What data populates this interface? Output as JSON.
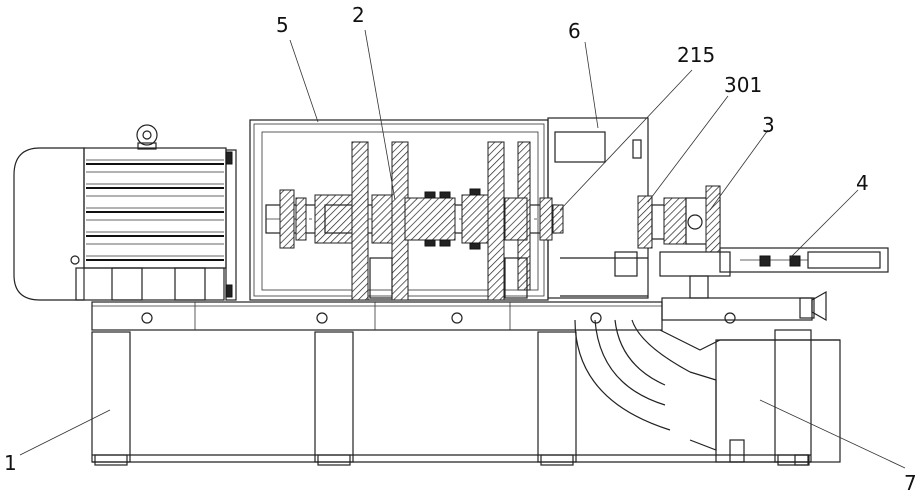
{
  "callouts": [
    {
      "id": "c1",
      "label": "1"
    },
    {
      "id": "c2",
      "label": "2"
    },
    {
      "id": "c3",
      "label": "3"
    },
    {
      "id": "c4",
      "label": "4"
    },
    {
      "id": "c5",
      "label": "5"
    },
    {
      "id": "c6",
      "label": "6"
    },
    {
      "id": "c7",
      "label": "7"
    },
    {
      "id": "c215",
      "label": "215"
    },
    {
      "id": "c301",
      "label": "301"
    }
  ]
}
